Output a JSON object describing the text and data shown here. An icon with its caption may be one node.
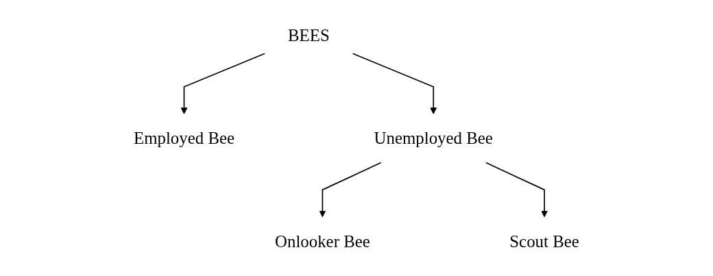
{
  "diagram": {
    "nodes": [
      {
        "text": [
          "BEES"
        ]
      },
      {
        "text": [
          "Employed Bee"
        ]
      },
      {
        "text": [
          "Unemployed Bee"
        ]
      },
      {
        "text": [
          "Onlooker Bee"
        ]
      },
      {
        "text": [
          "Scout Bee"
        ]
      }
    ],
    "edges": [
      {
        "from": 0,
        "to": 1,
        "arrow": "to"
      },
      {
        "from": 0,
        "to": 2,
        "arrow": "to"
      },
      {
        "from": 2,
        "to": 3,
        "arrow": "to"
      },
      {
        "from": 2,
        "to": 4,
        "arrow": "to"
      }
    ]
  }
}
